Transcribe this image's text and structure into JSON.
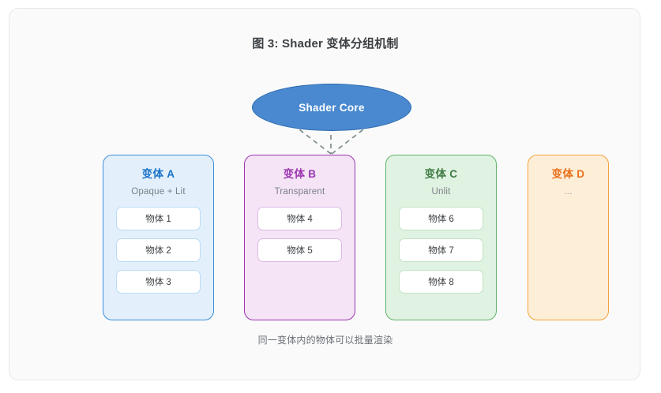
{
  "figure": {
    "title": "图 3: Shader 变体分组机制",
    "footer_note": "同一变体内的物体可以批量渲染"
  },
  "core_node": {
    "label": "Shader Core",
    "shape": "ellipse",
    "fill_color": "#4a89cf",
    "border_color": "#2c6ab0",
    "text_color": "#ffffff"
  },
  "connector": {
    "style": "dashed",
    "color": "#7f8c8d",
    "description": "dashed-fan-from-core-to-variants"
  },
  "variants": [
    {
      "title": "变体 A",
      "subtitle": "Opaque + Lit",
      "accent_color": "#1a73c8",
      "fill_color": "#e3f0fb",
      "border_color": "#3c8fdc",
      "items": [
        "物体 1",
        "物体 2",
        "物体 3"
      ]
    },
    {
      "title": "变体 B",
      "subtitle": "Transparent",
      "accent_color": "#9c35b0",
      "fill_color": "#f4e4f6",
      "border_color": "#9c35b0",
      "items": [
        "物体 4",
        "物体 5"
      ]
    },
    {
      "title": "变体 C",
      "subtitle": "Unlit",
      "accent_color": "#3f7a45",
      "fill_color": "#e0f2e1",
      "border_color": "#62b16a",
      "items": [
        "物体 6",
        "物体 7",
        "物体 8"
      ]
    },
    {
      "title": "变体 D",
      "subtitle": "...",
      "accent_color": "#e8701a",
      "fill_color": "#fdeed8",
      "border_color": "#f2a33c",
      "items": []
    }
  ]
}
